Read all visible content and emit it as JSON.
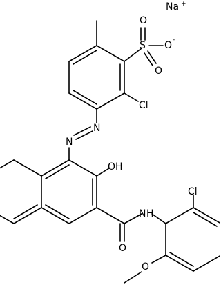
{
  "molecule": {
    "counter_ion": {
      "symbol": "Na",
      "charge": "+"
    },
    "atoms": {
      "sulfur": "S",
      "sulfonate_oxygen_top": "O",
      "sulfonate_oxygen_right": "O",
      "sulfonate_oxygen_charge": "-",
      "sulfonate_oxygen_bottom": "O",
      "chloro_upper": "Cl",
      "azo_nitrogen_upper": "N",
      "azo_nitrogen_lower": "N",
      "hydroxyl_oxygen": "O",
      "hydroxyl_hydrogen": "H",
      "amide_nitrogen": "N",
      "amide_hydrogen": "H",
      "carbonyl_oxygen": "O",
      "chloro_lower": "Cl",
      "methoxy_oxygen": "O"
    }
  }
}
